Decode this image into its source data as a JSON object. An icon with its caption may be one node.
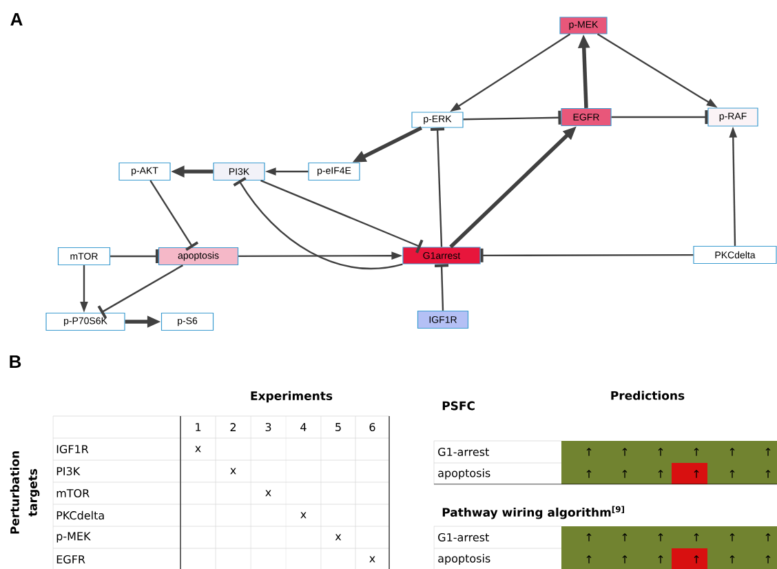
{
  "diagram": {
    "nodes": [
      {
        "text": [
          "p-MEK"
        ]
      },
      {
        "text": [
          "p-ERK"
        ]
      },
      {
        "text": [
          "EGFR"
        ]
      },
      {
        "text": [
          "p-RAF"
        ]
      },
      {
        "text": [
          "p-AKT"
        ]
      },
      {
        "text": [
          "PI3K"
        ]
      },
      {
        "text": [
          "p-eIF4E"
        ]
      },
      {
        "text": [
          "mTOR"
        ]
      },
      {
        "text": [
          "apoptosis"
        ]
      },
      {
        "text": [
          "G1arrest"
        ]
      },
      {
        "text": [
          "PKCdelta"
        ]
      },
      {
        "text": [
          "p-P70S6K"
        ]
      },
      {
        "text": [
          "p-S6"
        ]
      },
      {
        "text": [
          "IGF1R"
        ]
      }
    ],
    "edges": [
      {
        "from": 0,
        "to": 1,
        "arrow": "to"
      },
      {
        "from": 0,
        "to": 3,
        "arrow": "to"
      },
      {
        "from": 2,
        "to": 0,
        "arrow": "to",
        "style": "thick"
      },
      {
        "from": 1,
        "to": 2,
        "arrow": "other"
      },
      {
        "from": 2,
        "to": 3,
        "arrow": "other"
      },
      {
        "from": 1,
        "to": 6,
        "arrow": "to",
        "style": "thick"
      },
      {
        "from": 6,
        "to": 5,
        "arrow": "to"
      },
      {
        "from": 5,
        "to": 4,
        "arrow": "to",
        "style": "thick"
      },
      {
        "from": 4,
        "to": 8,
        "arrow": "other"
      },
      {
        "from": 5,
        "to": 9,
        "arrow": "other"
      },
      {
        "from": 9,
        "to": 5,
        "arrow": "other"
      },
      {
        "from": 9,
        "to": 1,
        "arrow": "other"
      },
      {
        "from": 9,
        "to": 2,
        "arrow": "to",
        "style": "thick"
      },
      {
        "from": 10,
        "to": 3,
        "arrow": "to"
      },
      {
        "from": 10,
        "to": 9,
        "arrow": "other"
      },
      {
        "from": 13,
        "to": 9,
        "arrow": "other"
      },
      {
        "from": 8,
        "to": 9,
        "arrow": "to"
      },
      {
        "from": 7,
        "to": 8,
        "arrow": "other"
      },
      {
        "from": 7,
        "to": 11,
        "arrow": "to"
      },
      {
        "from": 8,
        "to": 11,
        "arrow": "other"
      },
      {
        "from": 11,
        "to": 12,
        "arrow": "to",
        "style": "thick"
      }
    ],
    "labels": [
      "A",
      "B",
      "Experiments",
      "Predictions",
      "Perturbation targets",
      "1",
      "2",
      "3",
      "4",
      "5",
      "6",
      "IGF1R",
      "x",
      "PI3K",
      "x",
      "mTOR",
      "x",
      "PKCdelta",
      "x",
      "p-MEK",
      "x",
      "EGFR",
      "x",
      "PSFC",
      "G1-arrest",
      "↑",
      "↑",
      "↑",
      "↑",
      "↑",
      "↑",
      "apoptosis",
      "↑",
      "↑",
      "↑",
      "↑",
      "↑",
      "↑",
      "Pathway wiring algorithm$^{[9]}$",
      "G1-arrest",
      "↑",
      "↑",
      "↑",
      "↑",
      "↑",
      "↑",
      "apoptosis",
      "↑",
      "↑",
      "↑",
      "↑",
      "↑",
      "↑"
    ]
  }
}
